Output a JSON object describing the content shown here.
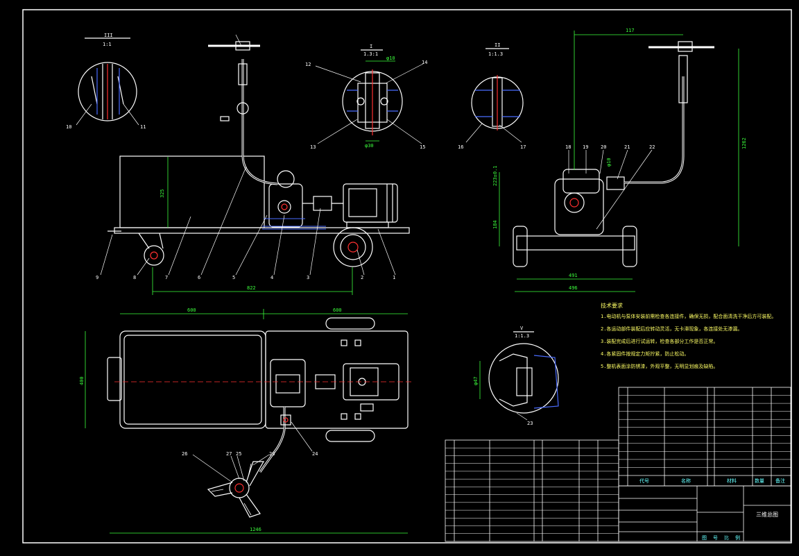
{
  "drawing": {
    "background": "#000000",
    "colors": {
      "outline": "#ffffff",
      "dimension": "#3cff3c",
      "centerline": "#ff3030",
      "hatch": "#4a6cff",
      "note": "#ffff66",
      "table_text": "#66ffff"
    },
    "balloons": [
      "1",
      "2",
      "3",
      "4",
      "5",
      "6",
      "7",
      "8",
      "9",
      "10",
      "11",
      "12",
      "13",
      "14",
      "15",
      "16",
      "17",
      "18",
      "19",
      "20",
      "21",
      "22",
      "23",
      "24",
      "25",
      "26",
      "27"
    ],
    "views": {
      "detail_iii": {
        "label": "III",
        "scale": "1:1"
      },
      "detail_i": {
        "label": "I",
        "scale": "1.3:1"
      },
      "detail_ii": {
        "label": "II",
        "scale": "1:1.3"
      },
      "detail_v": {
        "label": "V",
        "scale": "1:1.3"
      }
    },
    "dimensions": {
      "tank_height": "325",
      "wheelbase": "822",
      "overall_width": "117",
      "overall_height": "1262",
      "height_upper": "223±0.1",
      "height_lower": "184",
      "width_inner": "491",
      "width_outer": "496",
      "plan_left": "600",
      "plan_right": "600",
      "plan_depth": "400",
      "plan_length": "1246",
      "fit_1": "φ10",
      "fit_2": "φ30",
      "fit_3": "φ10",
      "fit_4": "φ47"
    },
    "notes": {
      "heading": "技术要求",
      "lines": [
        "1.电动机与泵体安装前需检查各连接件，确保无损，配合面清洗干净后方可装配。",
        "2.各运动部件装配后应转动灵活，无卡滞现象，各连接处无渗漏。",
        "3.装配完成后进行试运转，检查各部分工作是否正常。",
        "4.各紧固件按规定力矩拧紧，防止松动。",
        "5.整机表面涂防锈漆，外观平整，无明显划痕及缺陷。"
      ]
    },
    "title_block": {
      "title": "三维总图",
      "headers": [
        "代号",
        "名称",
        "材料",
        "数量",
        "备注"
      ],
      "footer": [
        "图",
        "号",
        "比",
        "例"
      ]
    }
  }
}
